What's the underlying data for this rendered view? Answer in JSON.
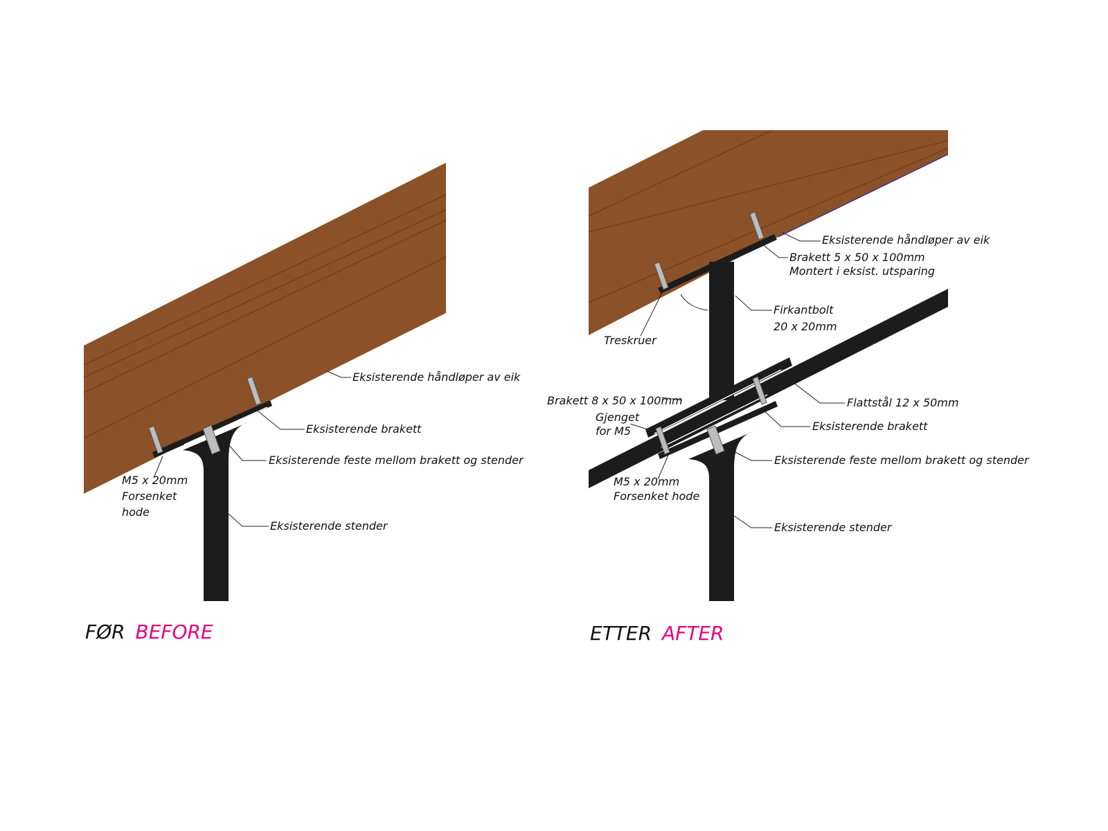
{
  "before": {
    "caption_no": "FØR",
    "caption_en": "BEFORE",
    "labels": {
      "handrail": "Eksisterende håndløper av eik",
      "bracket": "Eksisterende brakett",
      "fastening": "Eksisterende feste mellom brakett og stender",
      "screw_line1": "M5 x 20mm",
      "screw_line2": "Forsenket",
      "screw_line3": "hode",
      "post": "Eksisterende stender"
    }
  },
  "after": {
    "caption_no": "ETTER",
    "caption_en": "AFTER",
    "labels": {
      "handrail": "Eksisterende håndløper av eik",
      "bracket5_line1": "Brakett 5 x 50 x 100mm",
      "bracket5_line2": "Montert i eksist. utsparing",
      "square_bolt_line1": "Firkantbolt",
      "square_bolt_line2": "20 x 20mm",
      "wood_screws": "Treskruer",
      "bracket8": "Brakett 8 x 50 x 100mm",
      "threaded_line1": "Gjenget",
      "threaded_line2": "for M5",
      "flat_steel": "Flattstål 12 x 50mm",
      "bracket": "Eksisterende brakett",
      "fastening": "Eksisterende feste mellom brakett og stender",
      "screw_line1": "M5 x 20mm",
      "screw_line2": "Forsenket hode",
      "post": "Eksisterende stender"
    }
  },
  "colors": {
    "wood": "#8b5128",
    "steel": "#1c1c1c",
    "screw": "#bdbdbd",
    "accent": "#e6007e",
    "text": "#111111"
  }
}
